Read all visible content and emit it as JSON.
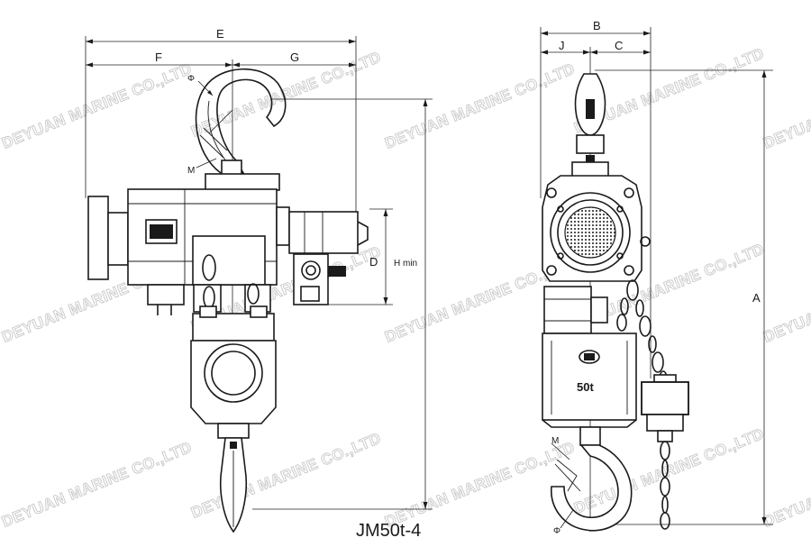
{
  "model": "JM50t-4",
  "capacity_label": "50t",
  "watermark": "DEYUAN MARINE CO.,LTD",
  "dimensions": {
    "E": "E",
    "F": "F",
    "G": "G",
    "D": "D",
    "H": "H min",
    "B": "B",
    "J": "J",
    "C": "C",
    "A": "A",
    "M": "M",
    "phi": "Φ"
  }
}
